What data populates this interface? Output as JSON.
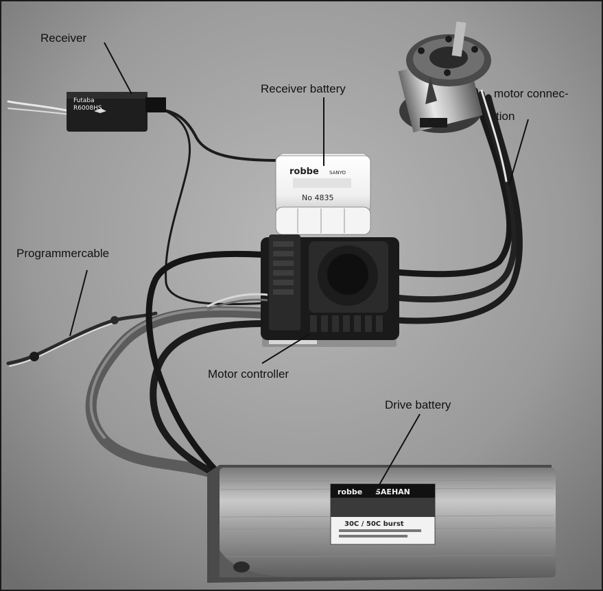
{
  "labels": {
    "receiver": "Receiver",
    "receiver_battery": "Receiver battery",
    "motor_connection_line1": "motor  connec-",
    "motor_connection_line2": "tion",
    "programmer_cable": "Programmercable",
    "motor_controller": "Motor controller",
    "drive_battery": "Drive battery"
  },
  "device_text": {
    "receiver_brand": "Futaba",
    "receiver_model": "R6008HS",
    "receiver_battery_brand": "robbe",
    "receiver_battery_subbrand": "SANYO",
    "receiver_battery_number": "No 4835",
    "drive_battery_brand": "robbe",
    "drive_battery_subbrand": "SAEHAN",
    "drive_battery_rating": "30C / 50C burst"
  },
  "colors": {
    "frame": "#1a1a1a",
    "background": "#8e8e8e",
    "callout_line": "#111111"
  }
}
